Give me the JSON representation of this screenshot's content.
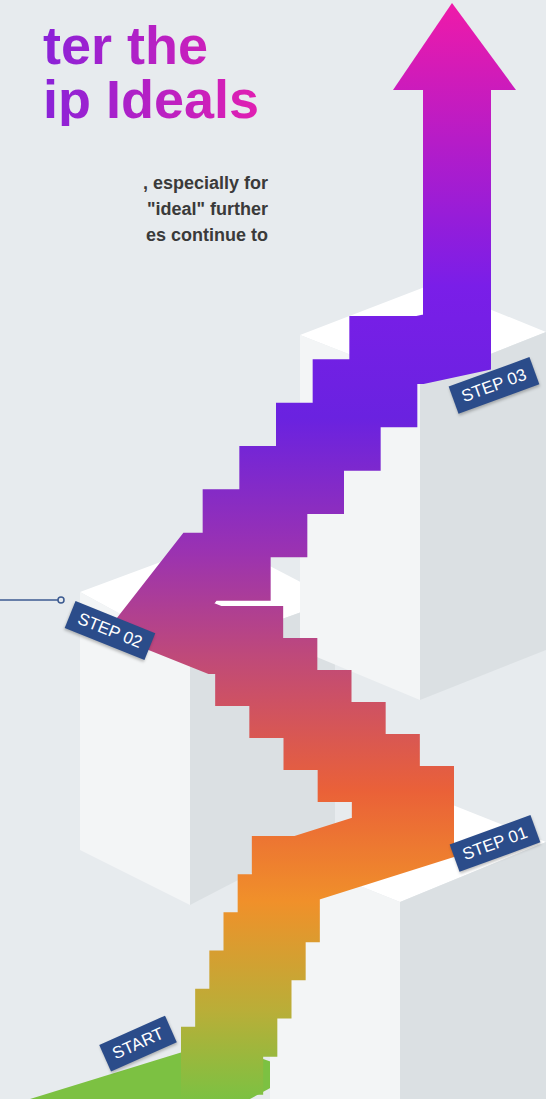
{
  "diagram": {
    "title": "ter the ip Ideals",
    "nodes": [
      {
        "text": [
          "START"
        ]
      },
      {
        "text": [
          "STEP 01"
        ]
      },
      {
        "text": [
          "STEP 02"
        ]
      },
      {
        "text": [
          "STEP 03"
        ]
      }
    ],
    "labels": [
      ", especially for \"ideal\" further es continue to"
    ]
  }
}
